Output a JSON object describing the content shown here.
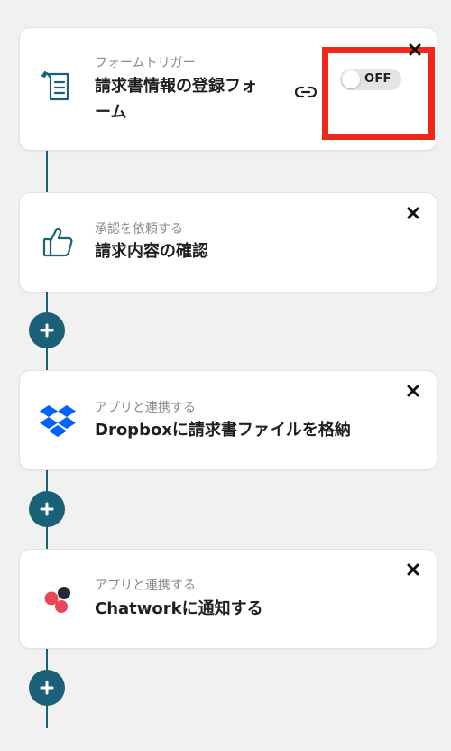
{
  "cards": [
    {
      "subtitle": "フォームトリガー",
      "title_line1": "請求書情報の登録フォ",
      "title_line2": "ーム",
      "icon": "form-icon"
    },
    {
      "subtitle": "承認を依頼する",
      "title": "請求内容の確認",
      "icon": "thumbs-up-icon"
    },
    {
      "subtitle": "アプリと連携する",
      "title": "Dropboxに請求書ファイルを格納",
      "icon": "dropbox-icon"
    },
    {
      "subtitle": "アプリと連携する",
      "title": "Chatworkに通知する",
      "icon": "chatwork-icon"
    }
  ],
  "toggle": {
    "label": "OFF",
    "state": "off"
  },
  "colors": {
    "accent": "#1a6177",
    "highlight": "#f2261b",
    "dropbox": "#0061fe",
    "chatwork_red": "#e84855",
    "chatwork_dark": "#1e2a3a"
  }
}
